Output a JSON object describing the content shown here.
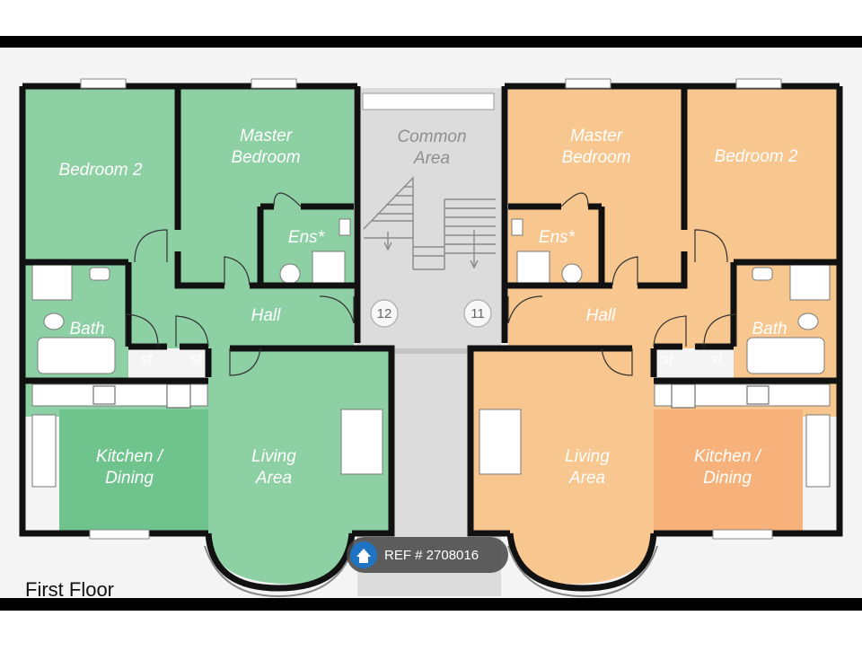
{
  "colors": {
    "unit_12": "#8dd0a4",
    "unit_12_kitchen": "#6fc48e",
    "unit_11": "#f8c68f",
    "unit_11_kitchen": "#f6b27a",
    "common": "#dcdcdc",
    "wall": "#111111",
    "ref_badge": "#4a4a4a"
  },
  "rooms": {
    "left": {
      "bedroom2": [
        "Bedroom 2"
      ],
      "master": [
        "Master",
        "Bedroom"
      ],
      "ensuite": [
        "Ens*"
      ],
      "bath": [
        "Bath"
      ],
      "hall": [
        "Hall"
      ],
      "store1": [
        "st"
      ],
      "store2": [
        "st"
      ],
      "kitchen": [
        "Kitchen /",
        "Dining"
      ],
      "living": [
        "Living",
        "Area"
      ]
    },
    "right": {
      "master": [
        "Master",
        "Bedroom"
      ],
      "bedroom2": [
        "Bedroom 2"
      ],
      "ensuite": [
        "Ens*"
      ],
      "bath": [
        "Bath"
      ],
      "hall": [
        "Hall"
      ],
      "store1": [
        "st"
      ],
      "store2": [
        "st"
      ],
      "living": [
        "Living",
        "Area"
      ],
      "kitchen": [
        "Kitchen /",
        "Dining"
      ]
    },
    "common": [
      "Common",
      "Area"
    ]
  },
  "units": {
    "left": "12",
    "right": "11"
  },
  "floor_title": "First Floor",
  "ref_label": "REF # 2708016",
  "icons": {
    "ref": "home-icon"
  }
}
